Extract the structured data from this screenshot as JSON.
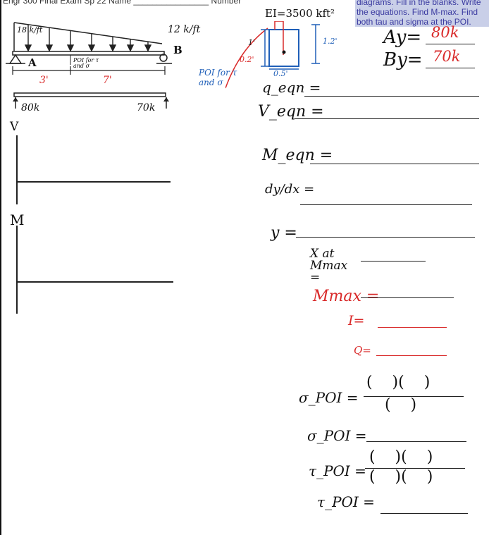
{
  "header": {
    "text": "Engr 300 Final Exam Sp 22 Name ________________ Number",
    "instructions": "diagrams.  Fill in the blanks.  Write the equations. Find M-max. Find both tau and sigma at the POI."
  },
  "beam": {
    "load_left": "18 k/ft",
    "load_right": "12 k/ft",
    "support_a": "A",
    "support_b": "B",
    "poi_note": "POI for τ and σ",
    "dim_left": "3'",
    "dim_right": "7'",
    "reaction_a": "80k",
    "reaction_b": "70k"
  },
  "section": {
    "ei": "EI=3500 kft²",
    "top_dim": "1'",
    "height_dim": "1.2'",
    "poi_offset": "0.2'",
    "width_dim": "0.5'",
    "poi_label": "POI for τ and σ"
  },
  "answers": {
    "ay_label": "Ay=",
    "ay_value": "80k",
    "by_label": "By=",
    "by_value": "70k"
  },
  "diagrams": {
    "v_label": "V",
    "m_label": "M"
  },
  "equations": {
    "q_eqn": "q_eqn =",
    "v_eqn": "V_eqn =",
    "m_eqn": "M_eqn =",
    "dy_dx": "dy/dx =",
    "y": "y =",
    "x_at_mmax": "X at Mmax =",
    "m_max": "Mmax =",
    "i_label": "I=",
    "q_label": "Q=",
    "sigma_poi": "σ_POI =",
    "sigma_poi2": "σ_POI =",
    "tau_poi": "τ_POI =",
    "tau_poi2": "τ_POI ="
  },
  "formula_templates": {
    "sigma_numerator": "(    )(    )",
    "sigma_denominator": "(    )",
    "tau_numerator": "(    )(    )",
    "tau_denominator": "(    )(    )"
  }
}
